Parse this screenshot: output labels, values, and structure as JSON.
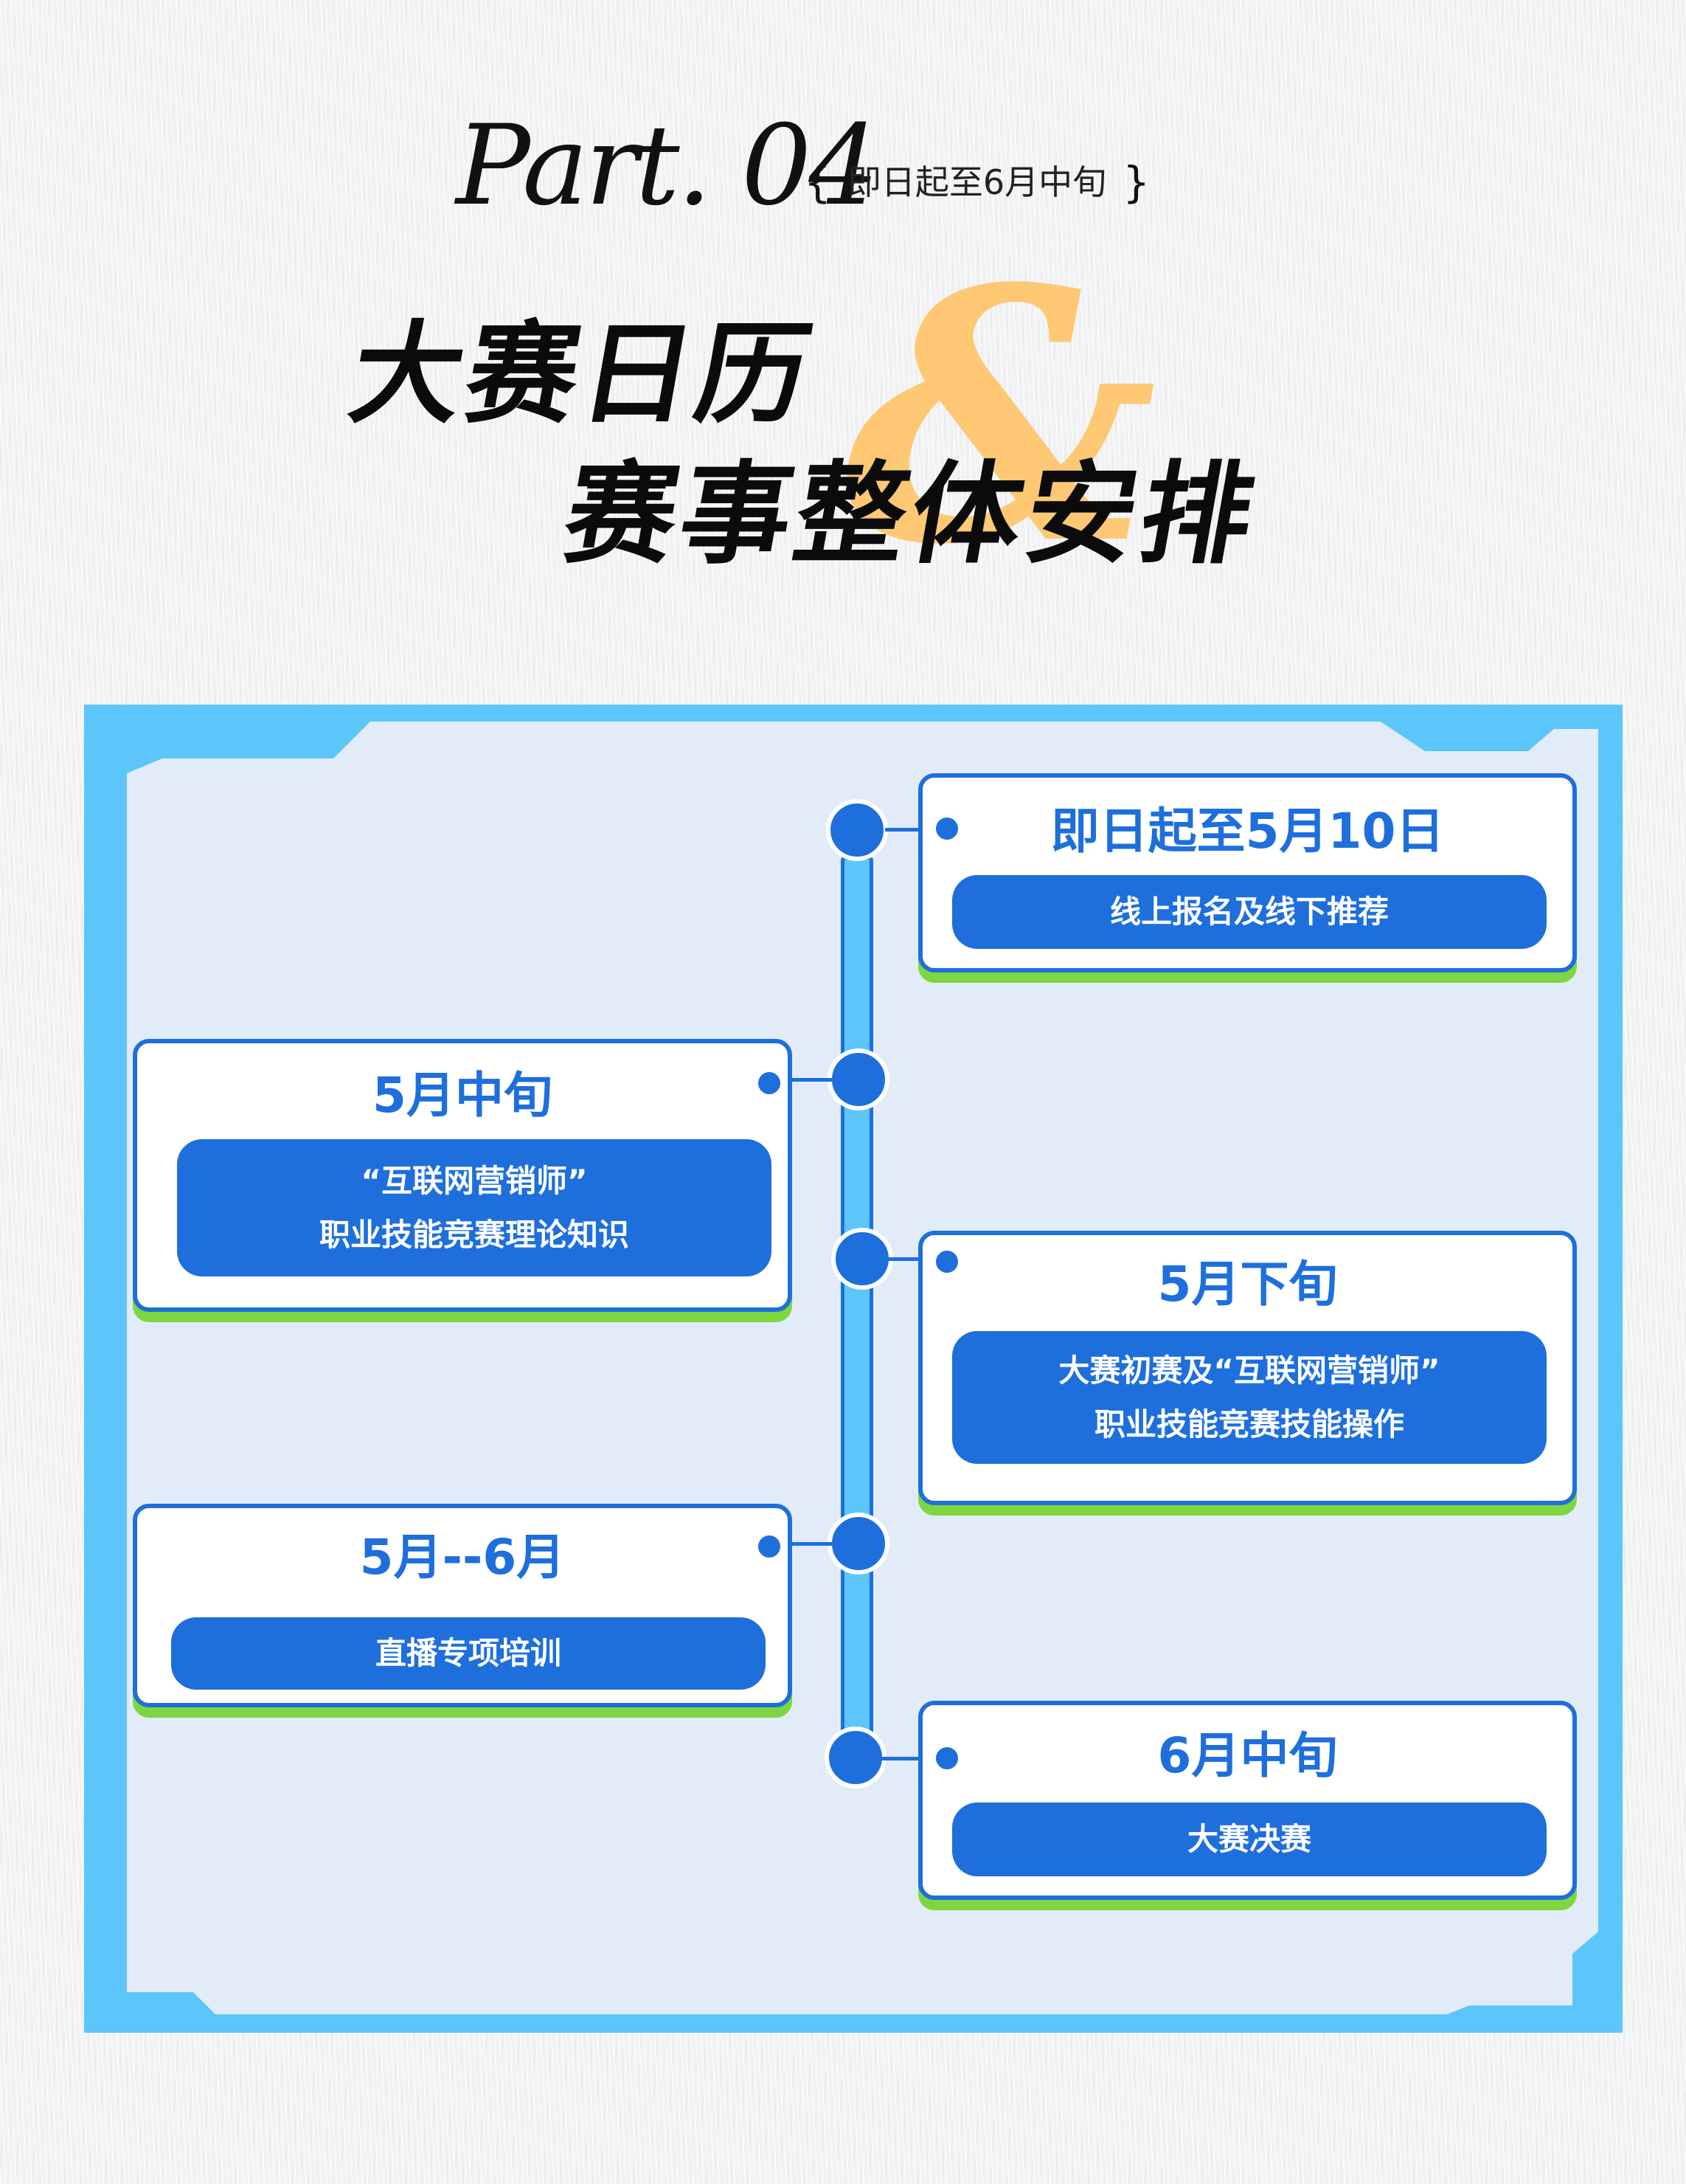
{
  "header": {
    "part_label": "Part. 04",
    "brace_open": "{",
    "date_range": "即日起至6月中旬",
    "brace_close": "}",
    "title_line1": "大赛日历",
    "ampersand": "&",
    "title_line2": "赛事整体安排"
  },
  "timeline": {
    "events": [
      {
        "date": "即日起至5月10日",
        "lines": [
          "线上报名及线下推荐"
        ]
      },
      {
        "date": "5月中旬",
        "lines": [
          "“互联网营销师”",
          "职业技能竞赛理论知识"
        ]
      },
      {
        "date": "5月下旬",
        "lines": [
          "大赛初赛及“互联网营销师”",
          "职业技能竞赛技能操作"
        ]
      },
      {
        "date": "5月--6月",
        "lines": [
          "直播专项培训"
        ]
      },
      {
        "date": "6月中旬",
        "lines": [
          "大赛决赛"
        ]
      }
    ]
  },
  "colors": {
    "primary_blue": "#1e6fdc",
    "frame_blue": "#5cc6fb",
    "panel_bg": "#e2ecf8",
    "accent_green": "#7ed641",
    "ampersand_orange": "#ffc66e"
  }
}
